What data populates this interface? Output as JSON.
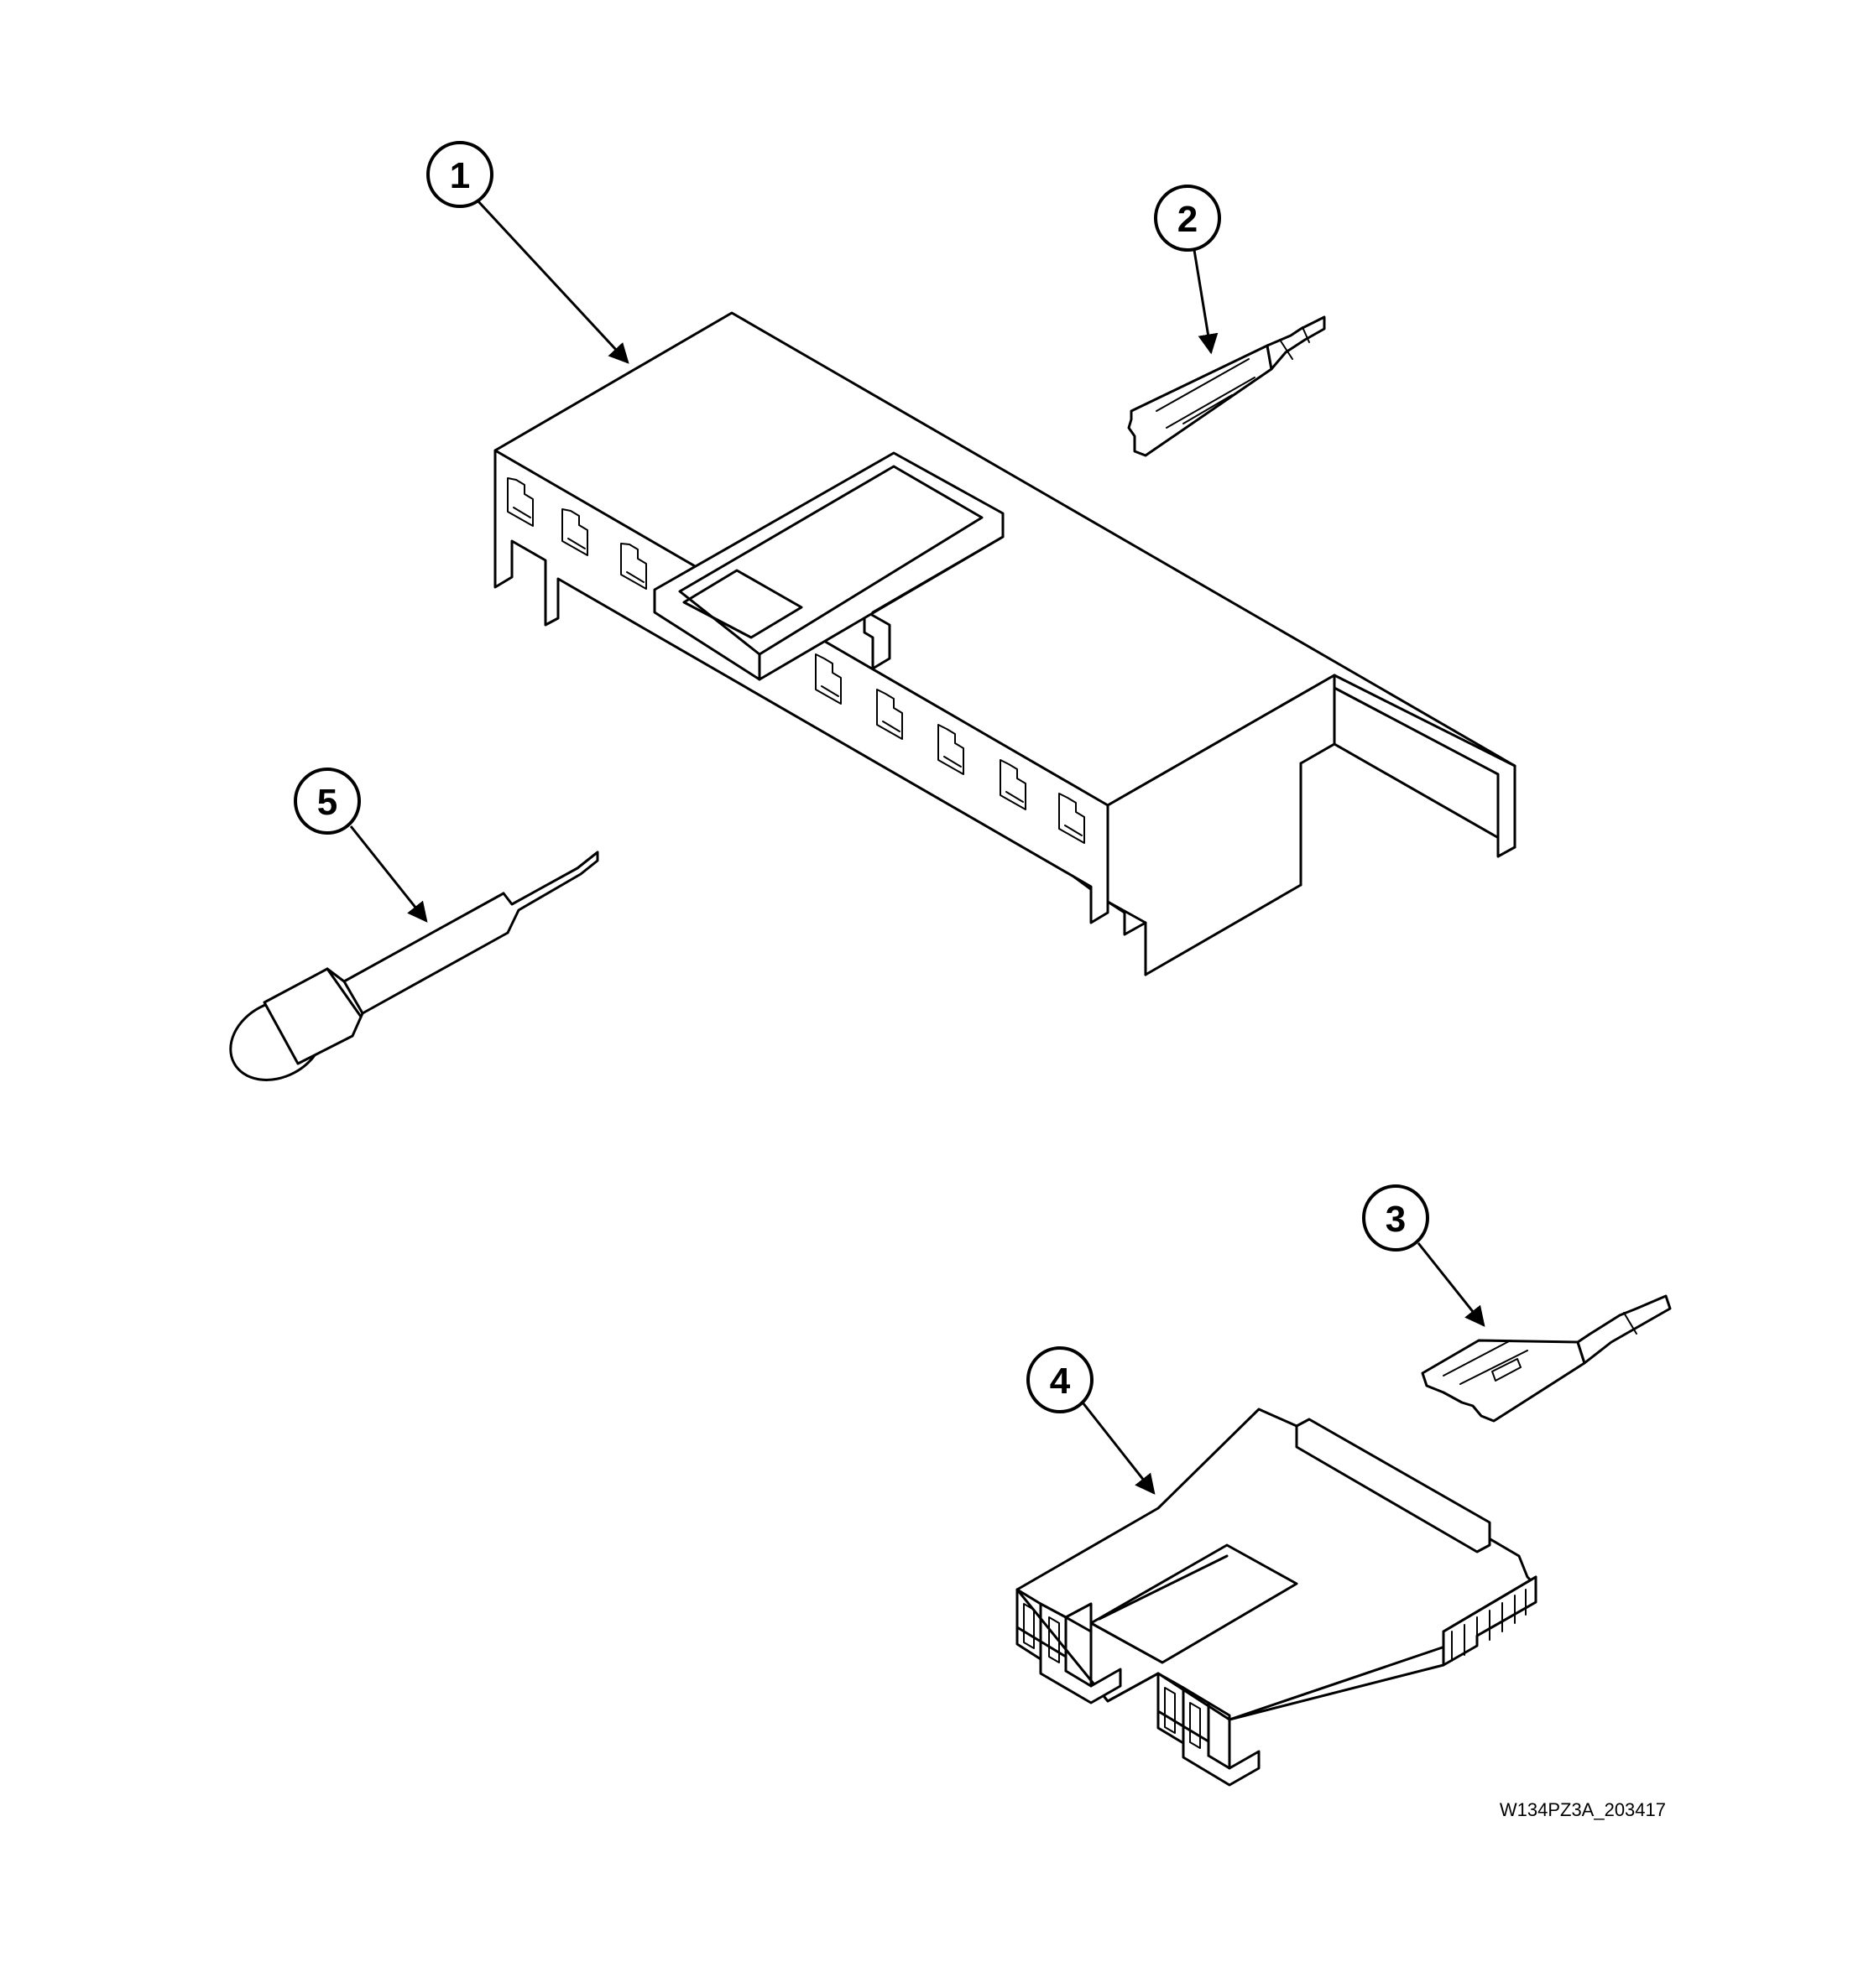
{
  "callouts": {
    "c1": "1",
    "c2": "2",
    "c3": "3",
    "c4": "4",
    "c5": "5"
  },
  "drawing_code": "W134PZ3A_203417",
  "colors": {
    "line": "#000000",
    "background": "#ffffff"
  }
}
